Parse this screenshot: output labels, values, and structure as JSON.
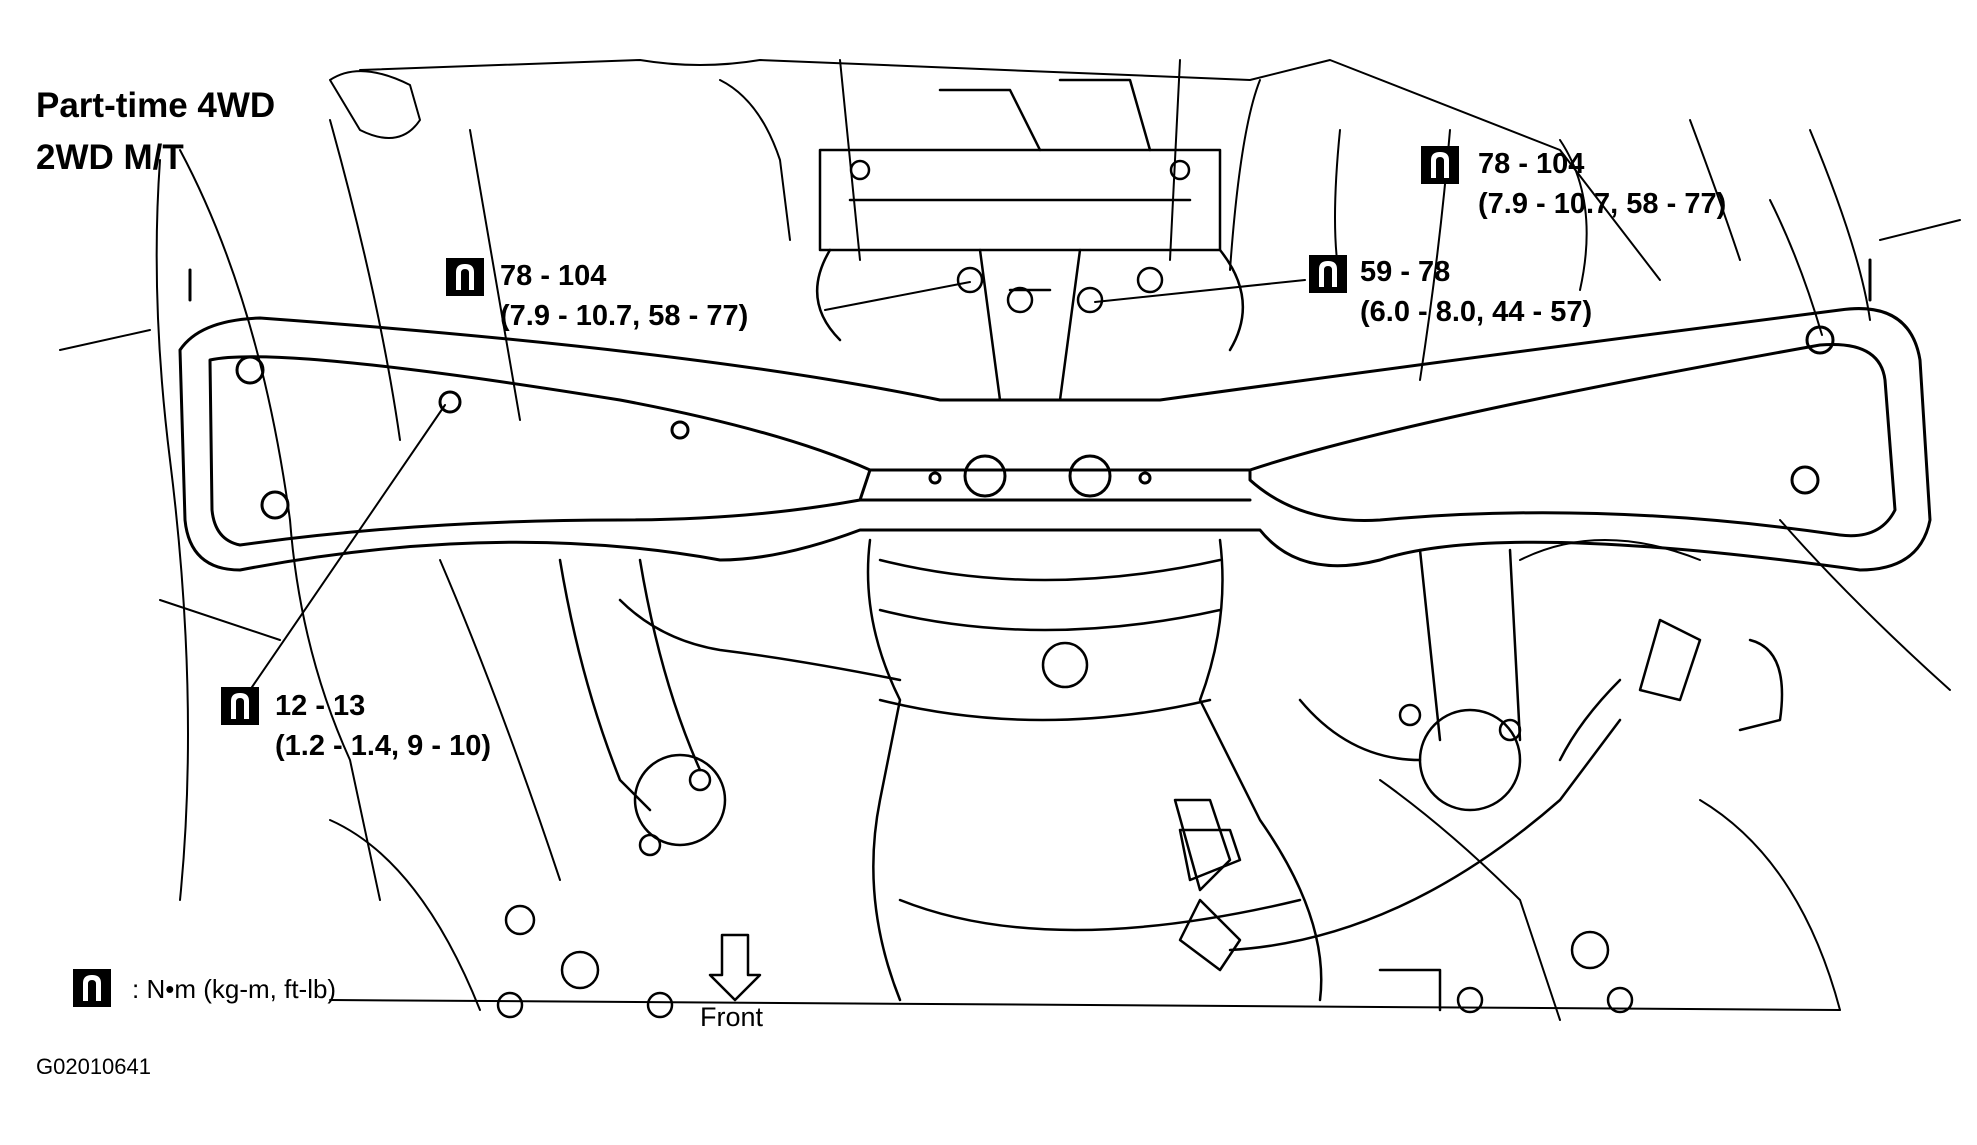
{
  "title": {
    "line1": "Part-time  4WD",
    "line2": "2WD  M/T"
  },
  "callouts": [
    {
      "icon": "torque-wrench-icon",
      "line1": "78  -  104",
      "line2": "(7.9  -  10.7,  58  -  77)"
    },
    {
      "icon": "torque-wrench-icon",
      "line1": "59  -  78",
      "line2": "(6.0  -  8.0,  44  -  57)"
    },
    {
      "icon": "torque-wrench-icon",
      "line1": "78  -  104",
      "line2": "(7.9  -  10.7,  58  -  77)"
    },
    {
      "icon": "torque-wrench-icon",
      "line1": "12  -  13",
      "line2": "(1.2  -  1.4,  9  -  10)"
    }
  ],
  "direction_label": "Front",
  "legend": {
    "icon": "torque-wrench-icon",
    "text": ":  N•m  (kg-m,  ft-lb)"
  },
  "figure_id": "G02010641",
  "colors": {
    "line": "#000000",
    "background": "#ffffff"
  }
}
